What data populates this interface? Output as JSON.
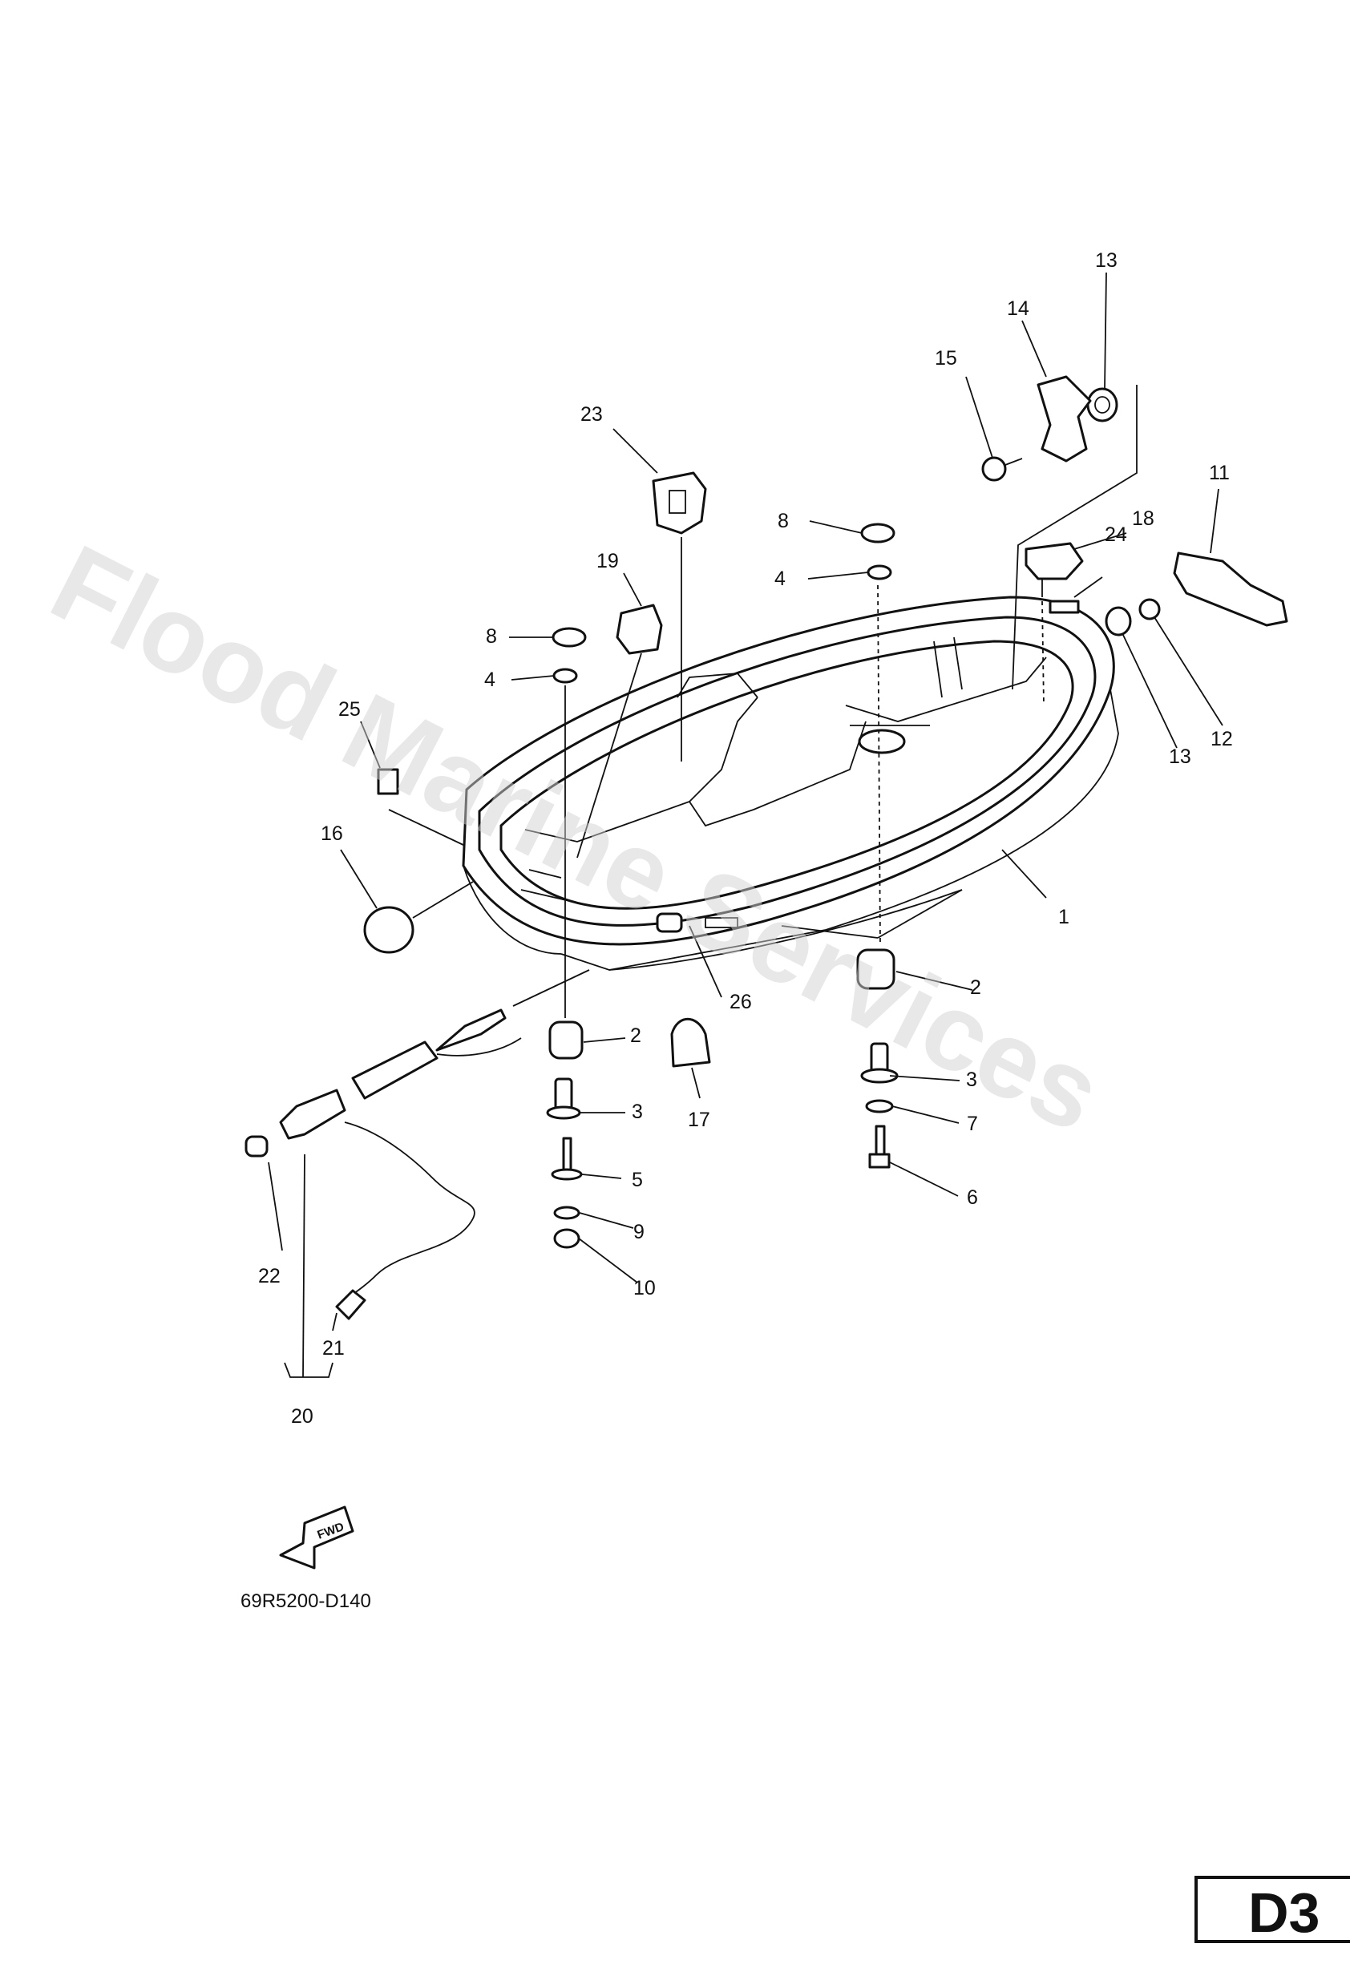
{
  "watermark": "Flood Marine Services",
  "diagram_code": "69R5200-D140",
  "fwd_label": "FWD",
  "page_id": "D3",
  "callouts": [
    "1",
    "2",
    "2",
    "3",
    "3",
    "4",
    "4",
    "5",
    "6",
    "7",
    "8",
    "8",
    "9",
    "10",
    "11",
    "12",
    "13",
    "13",
    "14",
    "15",
    "16",
    "17",
    "18",
    "19",
    "20",
    "21",
    "22",
    "23",
    "24",
    "25",
    "26"
  ]
}
